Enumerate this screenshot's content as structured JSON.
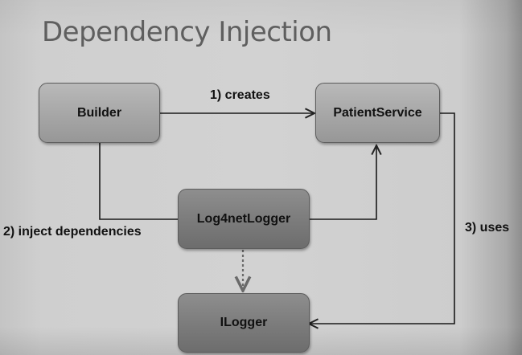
{
  "title": "Dependency Injection",
  "nodes": {
    "builder": "Builder",
    "patient_service": "PatientService",
    "log4net_logger": "Log4netLogger",
    "ilogger": "ILogger"
  },
  "edges": [
    {
      "from": "Builder",
      "to": "PatientService",
      "label": "1) creates",
      "style": "solid"
    },
    {
      "from": "Builder",
      "to": "PatientService",
      "via": "Log4netLogger",
      "label": "2) inject dependencies",
      "style": "solid"
    },
    {
      "from": "PatientService",
      "to": "ILogger",
      "label": "3) uses",
      "style": "solid"
    },
    {
      "from": "Log4netLogger",
      "to": "ILogger",
      "label": "",
      "style": "dashed"
    }
  ],
  "labels": {
    "creates": "1) creates",
    "inject": "2) inject dependencies",
    "uses": "3) uses"
  },
  "colors": {
    "title": "#5f5f5f",
    "light_node": "#a6a6a6",
    "dark_node": "#7b7b7b",
    "wire": "#1a1a1a"
  }
}
